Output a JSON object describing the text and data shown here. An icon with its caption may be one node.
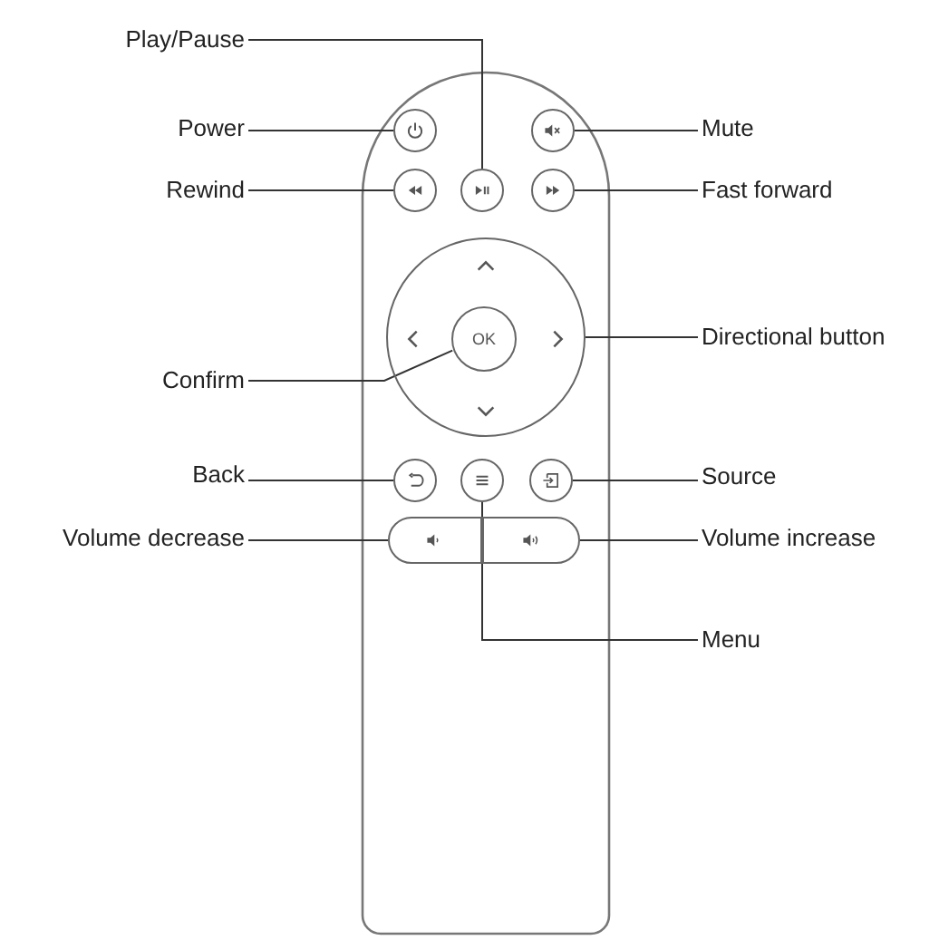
{
  "diagram": {
    "nodes": [
      {
        "text": [
          "Play/Pause"
        ]
      },
      {
        "text": [
          "Power"
        ]
      },
      {
        "text": [
          "Mute"
        ]
      },
      {
        "text": [
          "Rewind"
        ]
      },
      {
        "text": [
          "Fast forward"
        ]
      },
      {
        "text": [
          "Confirm"
        ]
      },
      {
        "text": [
          "Directional button"
        ]
      },
      {
        "text": [
          "Back"
        ]
      },
      {
        "text": [
          "Source"
        ]
      },
      {
        "text": [
          "Volume decrease"
        ]
      },
      {
        "text": [
          "Volume increase"
        ]
      },
      {
        "text": [
          "Menu"
        ]
      },
      {
        "text": [],
        "shape": "circle"
      },
      {
        "text": [],
        "shape": "circle"
      },
      {
        "text": [],
        "shape": "circle"
      },
      {
        "text": [],
        "shape": "circle"
      },
      {
        "text": [],
        "shape": "circle"
      },
      {
        "text": [],
        "shape": "circle"
      },
      {
        "text": [
          "OK"
        ],
        "in": 17
      },
      {
        "text": [],
        "shape": "circle"
      },
      {
        "text": [],
        "shape": "circle"
      },
      {
        "text": [],
        "shape": "circle"
      },
      {
        "text": [],
        "shape": "box"
      },
      {
        "text": [],
        "shape": "box"
      }
    ],
    "edges": [
      {
        "from": 1,
        "to": 12,
        "arrow": "none"
      },
      {
        "from": 0,
        "to": 15,
        "arrow": "none"
      },
      {
        "from": 2,
        "to": 13,
        "arrow": "none"
      },
      {
        "from": 3,
        "to": 14,
        "arrow": "none"
      },
      {
        "from": 4,
        "to": 16,
        "arrow": "none"
      },
      {
        "from": 5,
        "to": 18,
        "arrow": "none"
      },
      {
        "from": 6,
        "to": 17,
        "arrow": "none"
      },
      {
        "from": 7,
        "to": 19,
        "arrow": "none"
      },
      {
        "from": 8,
        "to": 21,
        "arrow": "none"
      },
      {
        "from": 9,
        "to": 22,
        "arrow": "none"
      },
      {
        "from": 10,
        "to": 23,
        "arrow": "none"
      },
      {
        "from": 11,
        "to": 20,
        "arrow": "none"
      }
    ]
  }
}
